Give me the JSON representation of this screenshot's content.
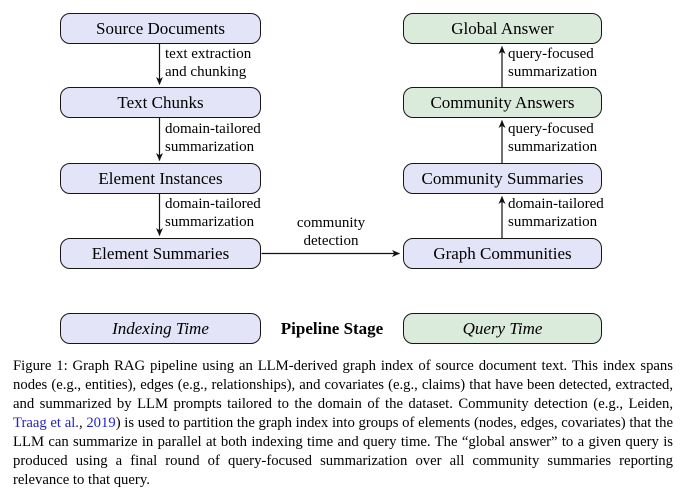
{
  "colors": {
    "node_lavender": "#E4E4F8",
    "node_green": "#DBEBDB",
    "border": "#161616",
    "arrow": "#111111",
    "link_blue": "#2323C8",
    "text": "#000000",
    "background": "#FFFFFF"
  },
  "diagram": {
    "nodes": [
      {
        "id": "source-documents",
        "label": "Source Documents"
      },
      {
        "id": "text-chunks",
        "label": "Text Chunks"
      },
      {
        "id": "element-instances",
        "label": "Element Instances"
      },
      {
        "id": "element-summaries",
        "label": "Element Summaries"
      },
      {
        "id": "indexing-time",
        "label": "Indexing Time"
      },
      {
        "id": "global-answer",
        "label": "Global Answer"
      },
      {
        "id": "community-answers",
        "label": "Community Answers"
      },
      {
        "id": "community-summaries",
        "label": "Community Summaries"
      },
      {
        "id": "graph-communities",
        "label": "Graph Communities"
      },
      {
        "id": "query-time",
        "label": "Query Time"
      }
    ],
    "edge_labels": [
      "text extraction\nand chunking",
      "domain-tailored\nsummarization",
      "domain-tailored\nsummarization",
      "query-focused\nsummarization",
      "query-focused\nsummarization",
      "domain-tailored\nsummarization",
      "community\ndetection"
    ],
    "stage_label": "Pipeline Stage"
  },
  "caption": {
    "segments": [
      {
        "style": "normal",
        "text": "Figure 1: Graph RAG pipeline using an LLM-derived graph index of source document text.  This index spans nodes (e.g., entities), edges (e.g., relationships), and covariates (e.g., claims) that have been detected, extracted, and summarized by LLM prompts tailored to the domain of the dataset. Community detection (e.g., Leiden, "
      },
      {
        "style": "link",
        "text": "Traag et al."
      },
      {
        "style": "normal",
        "text": ", "
      },
      {
        "style": "link",
        "text": "2019"
      },
      {
        "style": "normal",
        "text": ") is used to partition the graph index into groups of elements (nodes, edges, covariates) that the LLM can summarize in parallel at both indexing time and query time.  The “global answer” to a given query is produced using a final round of query-focused summarization over all community summaries reporting relevance to that query."
      }
    ]
  }
}
